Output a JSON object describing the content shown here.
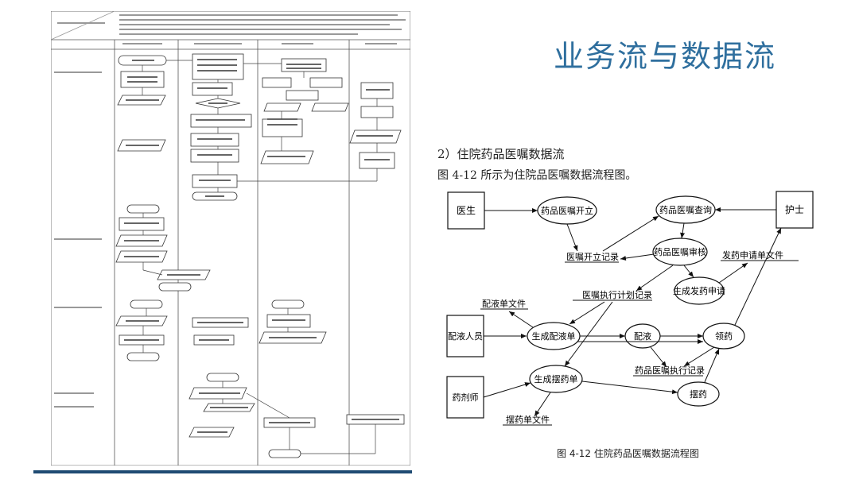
{
  "slide": {
    "title": "业务流与数据流",
    "section_heading": "2）住院药品医嘱数据流",
    "section_text": "图 4-12 所示为住院品医嘱数据流程图。",
    "caption": "图 4-12   住院药品医嘱数据流程图"
  },
  "dfd": {
    "entities": {
      "doctor": "医生",
      "nurse": "护士",
      "dispenser": "配液人员",
      "pharmacist": "药剂师"
    },
    "processes": {
      "order_open": "药品医嘱开立",
      "order_query": "药品医嘱查询",
      "order_review": "药品医嘱审核",
      "gen_request": "生成发药申请",
      "gen_dispense": "生成配液单",
      "dispense": "配液",
      "collect": "领药",
      "gen_place": "生成摆药单",
      "place": "摆药"
    },
    "stores": {
      "order_record": "医嘱开立记录",
      "request_file": "发药申请单文件",
      "exec_plan": "医嘱执行计划记录",
      "dispense_file": "配液单文件",
      "exec_record": "药品医嘱执行记录",
      "place_file": "摆药单文件"
    }
  },
  "colors": {
    "title": "#2f6f9e",
    "rule": "#1f4b73"
  }
}
